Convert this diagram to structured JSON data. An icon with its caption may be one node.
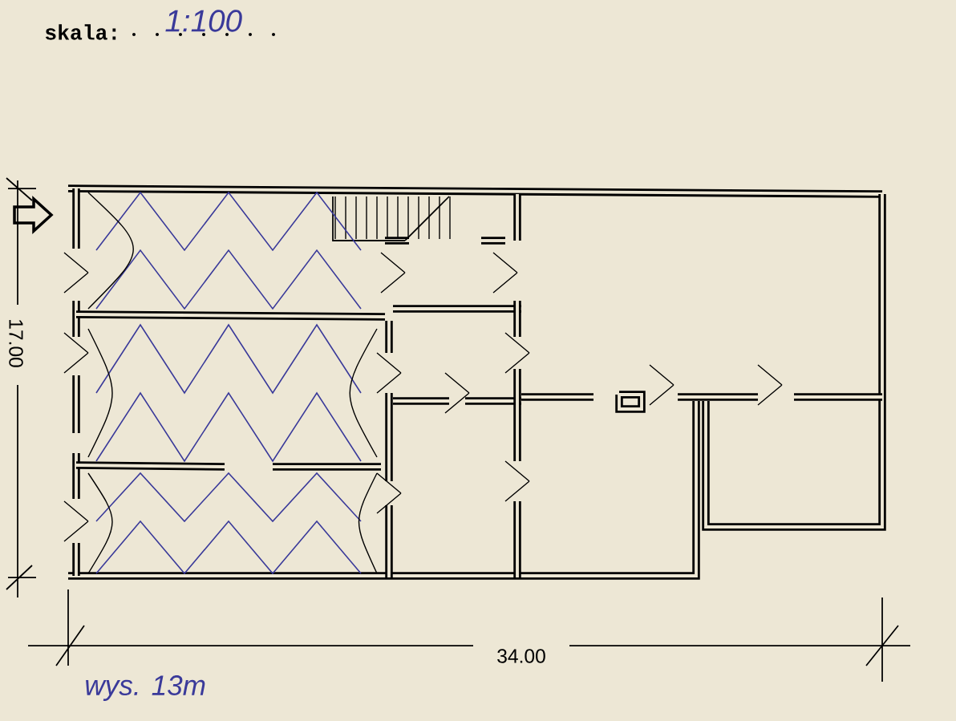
{
  "diagram": {
    "labels": [
      "skala:",
      "1:100",
      "17.00",
      "34.00",
      "wys. 13m"
    ]
  }
}
